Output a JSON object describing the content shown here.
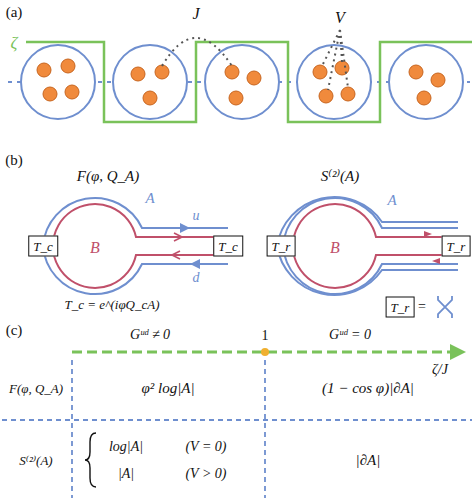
{
  "diagram": {
    "nodes": [
      {
        "text": [
          "T_c"
        ]
      },
      {
        "text": [
          "T_c"
        ]
      },
      {
        "text": [
          "T_r"
        ]
      },
      {
        "text": [
          "T_r"
        ]
      },
      {
        "text": [
          "T_r"
        ]
      }
    ],
    "labels": [
      "(a)",
      "ζ",
      "J",
      "V",
      "(b)",
      "F(φ, Q_A)",
      "A",
      "B",
      "u",
      "d",
      "S⁽²⁾(A)",
      "A",
      "B",
      "T_c = e^(iφQ_cA)",
      "=",
      "(c)",
      "Gᵘᵈ ≠ 0",
      "1",
      "Gᵘᵈ = 0",
      "ζ/J",
      "F(φ, Q_A)",
      "φ² log|A|",
      "(1 − cos φ)|∂A|",
      "S⁽²⁾(A)",
      "log|A|",
      "(V = 0)",
      "|A|",
      "(V > 0)",
      "|∂A|"
    ]
  }
}
